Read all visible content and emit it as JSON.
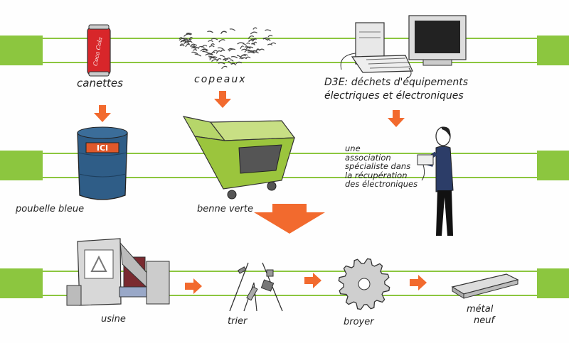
{
  "labels": {
    "canettes": "canettes",
    "copeaux": "copeaux",
    "d3e_line1": "D3E: déchets d'équipements",
    "d3e_line2": "électriques et électroniques",
    "association_1": "une",
    "association_2": "association",
    "association_3": "spécialiste dans",
    "association_4": "la récupération",
    "association_5": "des électroniques",
    "poubelle": "poubelle bleue",
    "benne": "benne verte",
    "usine": "usine",
    "trier": "trier",
    "broyer": "broyer",
    "metal_1": "métal",
    "metal_2": "neuf"
  },
  "can_text": "Coca Cola",
  "bin_text": "ICI",
  "colors": {
    "band_green": "#8cc63f",
    "arrow_orange": "#f26a2e",
    "bin_blue": "#2f5d87",
    "can_red": "#d8262a",
    "benne_green": "#9bc53d"
  }
}
